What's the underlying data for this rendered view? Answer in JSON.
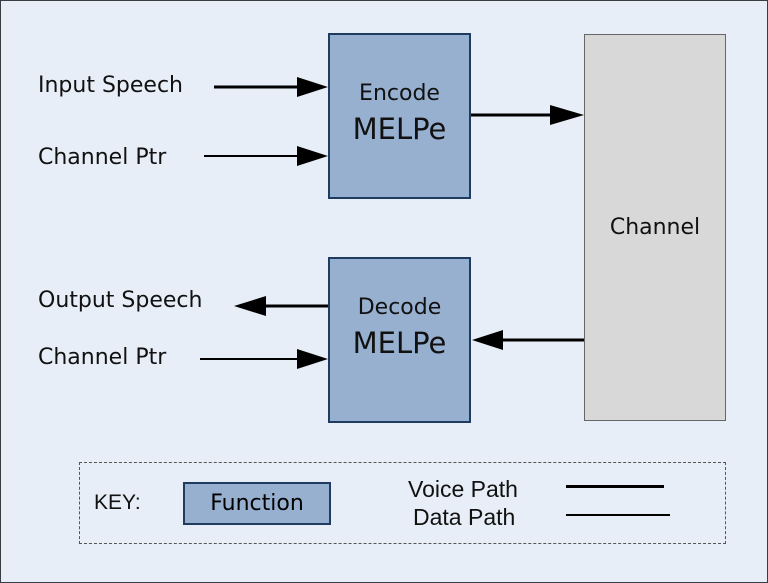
{
  "diagram": {
    "inputs_encode": [
      {
        "label": "Input Speech"
      },
      {
        "label": "Channel Ptr"
      }
    ],
    "encode_block": {
      "line1": "Encode",
      "line2": "MELPe"
    },
    "decode_block": {
      "line1": "Decode",
      "line2": "MELPe"
    },
    "decode_io": [
      {
        "label": "Output Speech"
      },
      {
        "label": "Channel Ptr"
      }
    ],
    "channel": {
      "label": "Channel"
    },
    "colors": {
      "background": "#e8eef7",
      "function_fill": "#97b0d0",
      "function_border": "#1f3b5f",
      "channel_fill": "#d8d8d8"
    }
  },
  "key": {
    "title": "KEY:",
    "function_label": "Function",
    "voice_path_label": "Voice Path",
    "data_path_label": "Data Path"
  }
}
